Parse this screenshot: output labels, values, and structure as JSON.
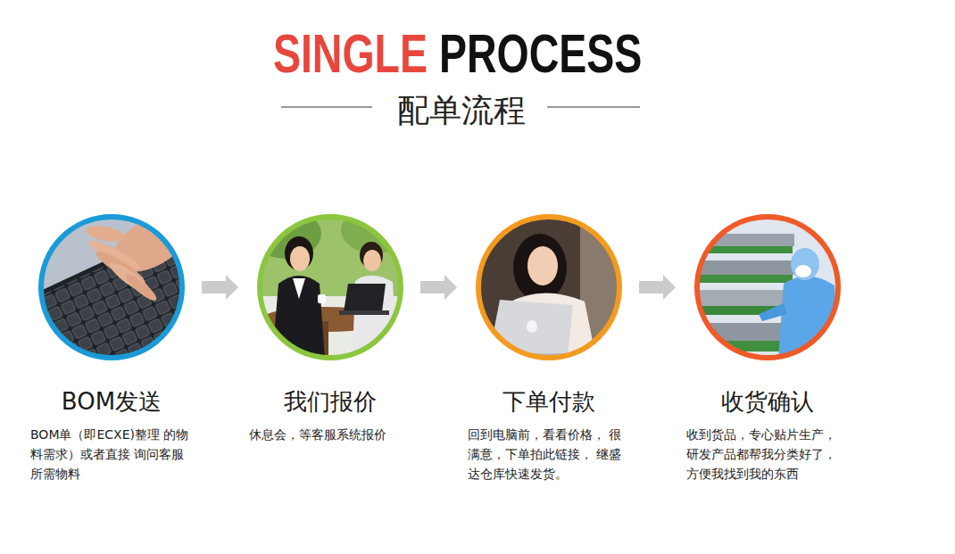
{
  "diagram": {
    "title": "SINGLE PROCESS",
    "nodes": [
      {
        "text": [
          "BOM发送",
          "BOM单（即ECXE)整理 的物料需求）或者直接 询问客服所需物料"
        ]
      },
      {
        "text": [
          "我们报价",
          "休息会，等客服系统报价"
        ]
      },
      {
        "text": [
          "下单付款",
          "回到电脑前，看看价格， 很满意，下单拍此链接， 继盛达仓库快速发货。"
        ]
      },
      {
        "text": [
          "收货确认",
          "收到货品，专心贴片生产， 研发产品都帮我分类好了， 方便我找到我的东西"
        ]
      }
    ],
    "edges": [
      {
        "from": 0,
        "to": 1,
        "arrow": "to"
      },
      {
        "from": 1,
        "to": 2,
        "arrow": "to"
      },
      {
        "from": 2,
        "to": 3,
        "arrow": "to"
      }
    ],
    "labels": [
      "配单流程"
    ]
  }
}
